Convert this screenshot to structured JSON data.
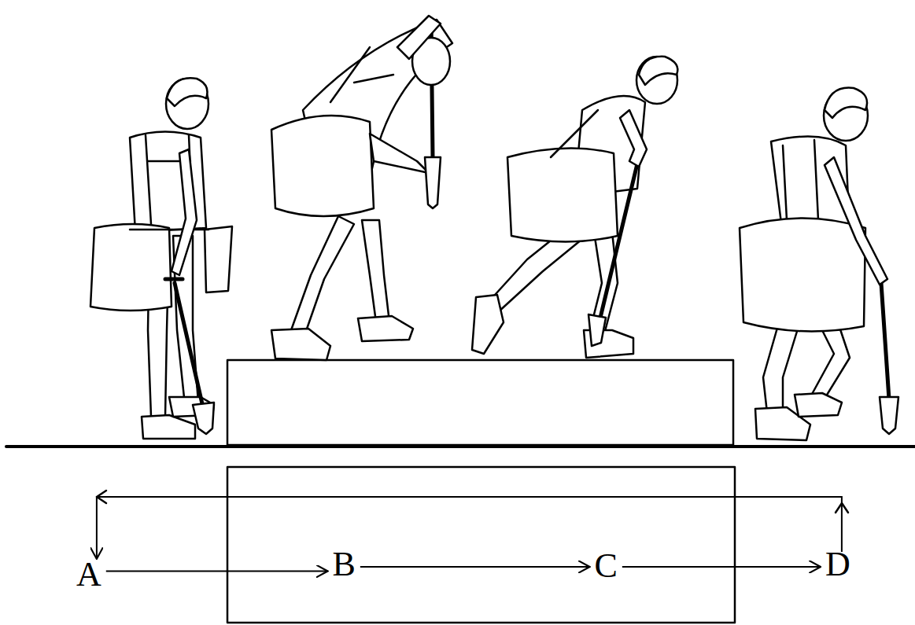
{
  "diagram": {
    "nodes": [
      {
        "text": [
          "A"
        ]
      },
      {
        "text": [
          "B"
        ]
      },
      {
        "text": [
          "C"
        ]
      },
      {
        "text": [
          "D"
        ]
      }
    ],
    "edges": [
      {
        "from": 0,
        "to": 1,
        "arrow": "to"
      },
      {
        "from": 1,
        "to": 2,
        "arrow": "to"
      },
      {
        "from": 2,
        "to": 3,
        "arrow": "to"
      },
      {
        "from": 3,
        "to": 0,
        "arrow": "to"
      }
    ]
  }
}
